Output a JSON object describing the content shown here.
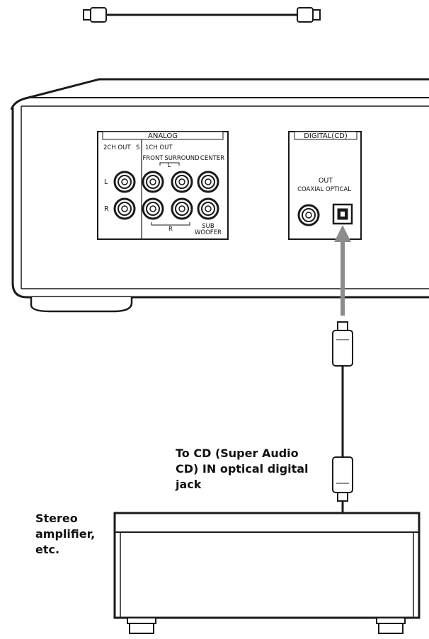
{
  "labels": {
    "analog_title": "ANALOG",
    "out_2ch": "2CH OUT",
    "s_mark": "S",
    "out_1ch": "1CH OUT",
    "front": "FRONT",
    "surround": "SURROUND",
    "center": "CENTER",
    "l": "L",
    "r": "R",
    "l_bracket": "L",
    "r_bracket": "R",
    "sub": "SUB",
    "woofer": "WOOFER",
    "digital_title": "DIGITAL(CD)",
    "out": "OUT",
    "coaxial_optical": "COAXIAL OPTICAL"
  },
  "notes": {
    "to_cd_line1": "To CD (Super Audio",
    "to_cd_line2": "CD) IN optical digital",
    "to_cd_line3": "jack",
    "amp_line1": "Stereo",
    "amp_line2": "amplifier,",
    "amp_line3": "etc."
  },
  "colors": {
    "line": "#1a1a1a",
    "arrow": "#8c8c8c",
    "background": "#ffffff"
  }
}
